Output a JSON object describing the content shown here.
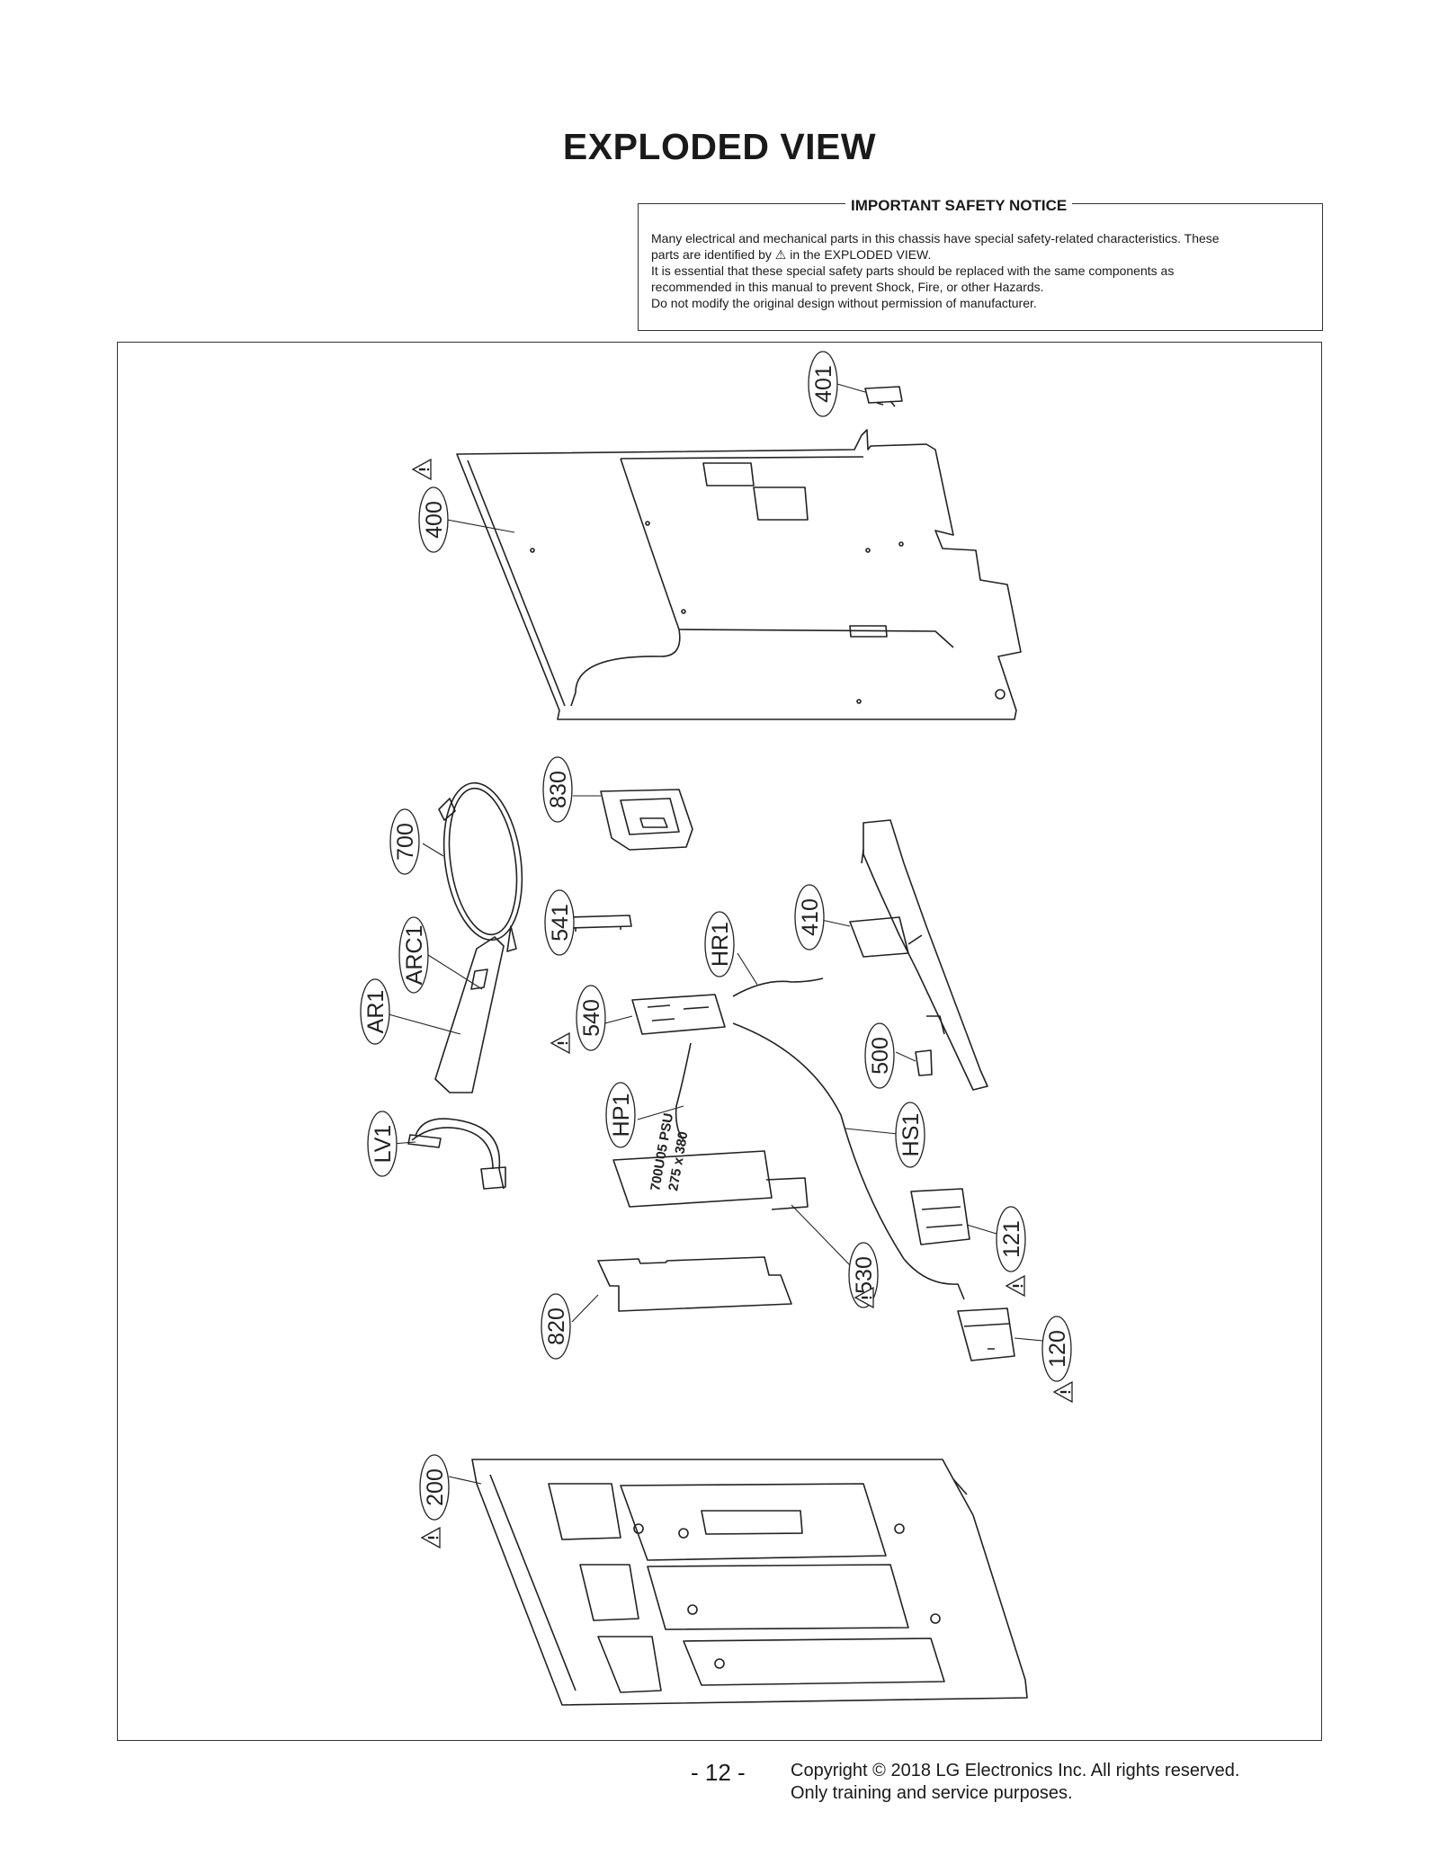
{
  "page": {
    "title": "EXPLODED VIEW",
    "page_number": "- 12 -"
  },
  "notice": {
    "title": "IMPORTANT SAFETY NOTICE",
    "line1": "Many electrical and mechanical parts in this chassis have special safety-related characteristics. These",
    "line2_pre": "parts are identified by",
    "line2_post": "in the EXPLODED VIEW.",
    "line3": "It is essential that these special safety parts should be replaced with the same components as",
    "line4": "recommended in this manual to prevent Shock, Fire, or other Hazards.",
    "line5": "Do not modify the original design without permission of manufacturer."
  },
  "footer": {
    "copyright": "Copyright © 2018 LG Electronics Inc. All rights reserved.",
    "usage": "Only training and service purposes."
  },
  "parts": [
    "401",
    "400",
    "830",
    "700",
    "541",
    "410",
    "HR1",
    "ARC1",
    "AR1",
    "540",
    "500",
    "HP1",
    "LV1",
    "HS1",
    "121",
    "530",
    "820",
    "120",
    "200"
  ],
  "safety_marked_parts": [
    "400",
    "540",
    "530",
    "121",
    "120",
    "200"
  ],
  "board_text": [
    "700U05 PSU",
    "275 x 380"
  ]
}
